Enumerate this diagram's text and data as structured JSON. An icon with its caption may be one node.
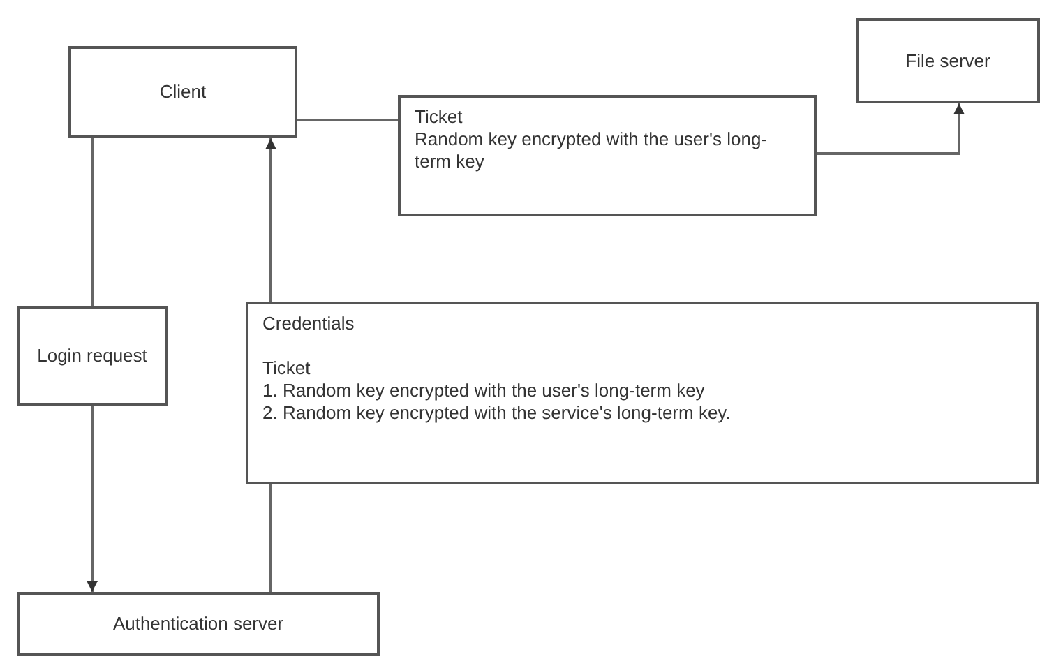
{
  "diagram": {
    "nodes": [
      {
        "text": [
          "Client"
        ]
      },
      {
        "text": [
          "File server"
        ]
      },
      {
        "text": [
          "Ticket",
          "Random key encrypted with the user's long-term key"
        ]
      },
      {
        "text": [
          "Login request"
        ]
      },
      {
        "text": [
          "Credentials",
          "Ticket",
          "1. Random key encrypted with the user's long-term key",
          "2. Random key encrypted with the service's long-term key."
        ]
      },
      {
        "text": [
          "Authentication server"
        ]
      }
    ],
    "edges": [
      {
        "from": 0,
        "to": 3,
        "arrow": "none"
      },
      {
        "from": 3,
        "to": 5,
        "arrow": "to"
      },
      {
        "from": 5,
        "to": 4,
        "arrow": "none"
      },
      {
        "from": 4,
        "to": 0,
        "arrow": "to"
      },
      {
        "from": 0,
        "to": 2,
        "arrow": "none"
      },
      {
        "from": 2,
        "to": 1,
        "arrow": "to"
      }
    ]
  }
}
